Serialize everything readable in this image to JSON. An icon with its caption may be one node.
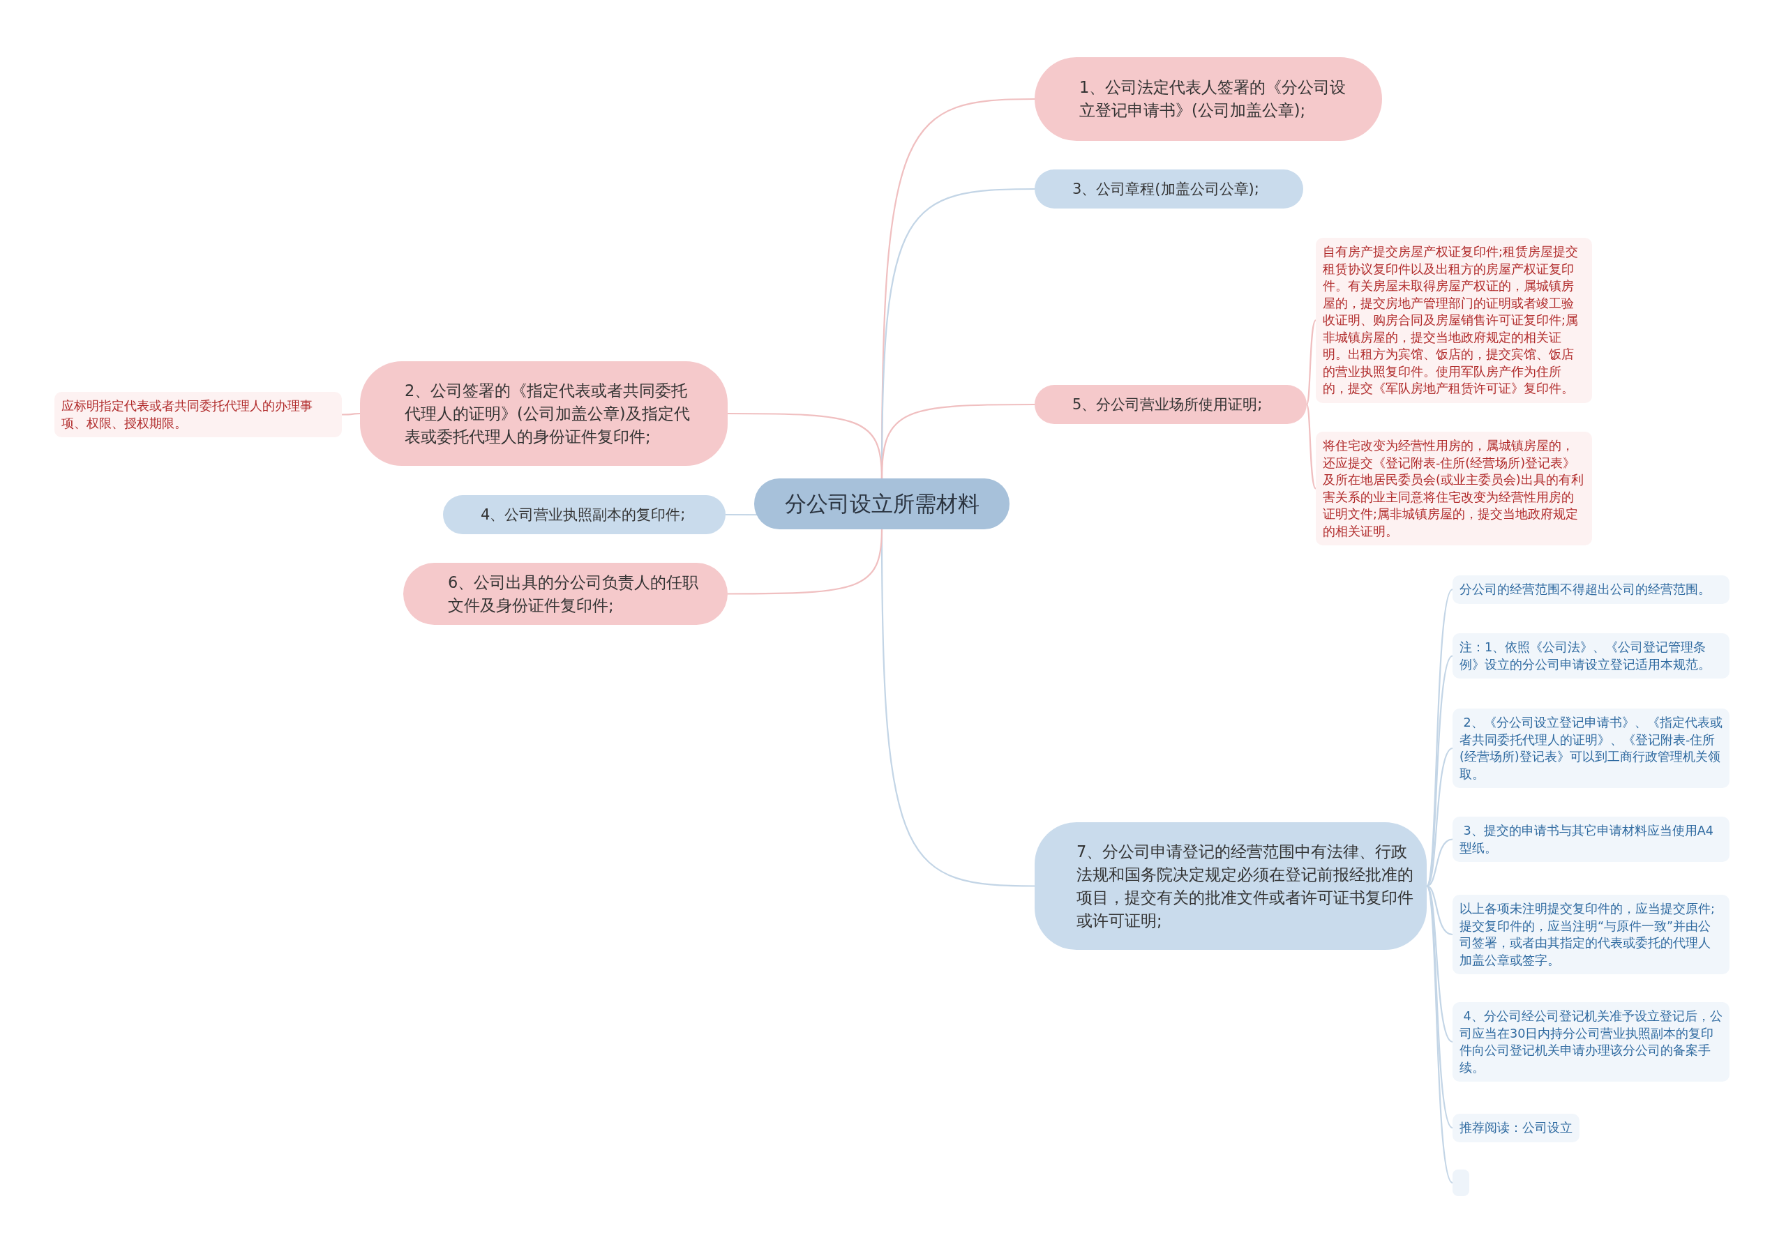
{
  "diagram": {
    "nodes": [
      {
        "text": [
          "分公司设立所需材料"
        ]
      },
      {
        "text": [
          "1、公司法定代表人签署的《分公司设立登记申请书》(公司加盖公章);"
        ]
      },
      {
        "text": [
          "3、公司章程(加盖公司公章);"
        ]
      },
      {
        "text": [
          "5、分公司营业场所使用证明;"
        ]
      },
      {
        "text": [
          "自有房产提交房屋产权证复印件;租赁房屋提交租赁协议复印件以及出租方的房屋产权证复印件。有关房屋未取得房屋产权证的，属城镇房屋的，提交房地产管理部门的证明或者竣工验收证明、购房合同及房屋销售许可证复印件;属非城镇房屋的，提交当地政府规定的相关证明。出租方为宾馆、饭店的，提交宾馆、饭店的营业执照复印件。使用军队房产作为住所的，提交《军队房地产租赁许可证》复印件。"
        ]
      },
      {
        "text": [
          "将住宅改变为经营性用房的，属城镇房屋的，还应提交《登记附表-住所(经营场所)登记表》及所在地居民委员会(或业主委员会)出具的有利害关系的业主同意将住宅改变为经营性用房的证明文件;属非城镇房屋的，提交当地政府规定的相关证明。"
        ]
      },
      {
        "text": [
          "7、分公司申请登记的经营范围中有法律、行政法规和国务院决定规定必须在登记前报经批准的项目，提交有关的批准文件或者许可证书复印件或许可证明;"
        ]
      },
      {
        "text": [
          "分公司的经营范围不得超出公司的经营范围。"
        ]
      },
      {
        "text": [
          "注：1、依照《公司法》、《公司登记管理条例》设立的分公司申请设立登记适用本规范。"
        ]
      },
      {
        "text": [
          " 2、《分公司设立登记申请书》、《指定代表或者共同委托代理人的证明》、《登记附表-住所(经营场所)登记表》可以到工商行政管理机关领取。"
        ]
      },
      {
        "text": [
          " 3、提交的申请书与其它申请材料应当使用A4型纸。"
        ]
      },
      {
        "text": [
          "以上各项未注明提交复印件的，应当提交原件;提交复印件的，应当注明“与原件一致”并由公司签署，或者由其指定的代表或委托的代理人加盖公章或签字。"
        ]
      },
      {
        "text": [
          " 4、分公司经公司登记机关准予设立登记后，公司应当在30日内持分公司营业执照副本的复印件向公司登记机关申请办理该分公司的备案手续。"
        ]
      },
      {
        "text": [
          "推荐阅读：公司设立"
        ]
      },
      {
        "text": [],
        "shape": "box"
      },
      {
        "text": [
          "2、公司签署的《指定代表或者共同委托代理人的证明》(公司加盖公章)及指定代表或委托代理人的身份证件复印件;"
        ]
      },
      {
        "text": [
          "应标明指定代表或者共同委托代理人的办理事项、权限、授权期限。"
        ]
      },
      {
        "text": [
          "4、公司营业执照副本的复印件;"
        ]
      },
      {
        "text": [
          "6、公司出具的分公司负责人的任职文件及身份证件复印件;"
        ]
      }
    ],
    "edges": [
      {
        "from": 0,
        "to": 1,
        "arrow": "none",
        "color": "#f0bfc0"
      },
      {
        "from": 0,
        "to": 2,
        "arrow": "none"
      },
      {
        "from": 0,
        "to": 3,
        "arrow": "none",
        "color": "#f0bfc0"
      },
      {
        "from": 3,
        "to": 4,
        "arrow": "none",
        "color": "#f0bfc0"
      },
      {
        "from": 3,
        "to": 5,
        "arrow": "none",
        "color": "#f0bfc0"
      },
      {
        "from": 0,
        "to": 6,
        "arrow": "none"
      },
      {
        "from": 6,
        "to": 7,
        "arrow": "none"
      },
      {
        "from": 6,
        "to": 8,
        "arrow": "none"
      },
      {
        "from": 6,
        "to": 9,
        "arrow": "none"
      },
      {
        "from": 6,
        "to": 10,
        "arrow": "none"
      },
      {
        "from": 6,
        "to": 11,
        "arrow": "none"
      },
      {
        "from": 6,
        "to": 12,
        "arrow": "none"
      },
      {
        "from": 6,
        "to": 13,
        "arrow": "none"
      },
      {
        "from": 6,
        "to": 14,
        "arrow": "none"
      },
      {
        "from": 0,
        "to": 15,
        "arrow": "none",
        "color": "#f0bfc0"
      },
      {
        "from": 15,
        "to": 16,
        "arrow": "none",
        "color": "#f0bfc0"
      },
      {
        "from": 0,
        "to": 17,
        "arrow": "none"
      },
      {
        "from": 0,
        "to": 18,
        "arrow": "none",
        "color": "#f0bfc0"
      }
    ]
  }
}
